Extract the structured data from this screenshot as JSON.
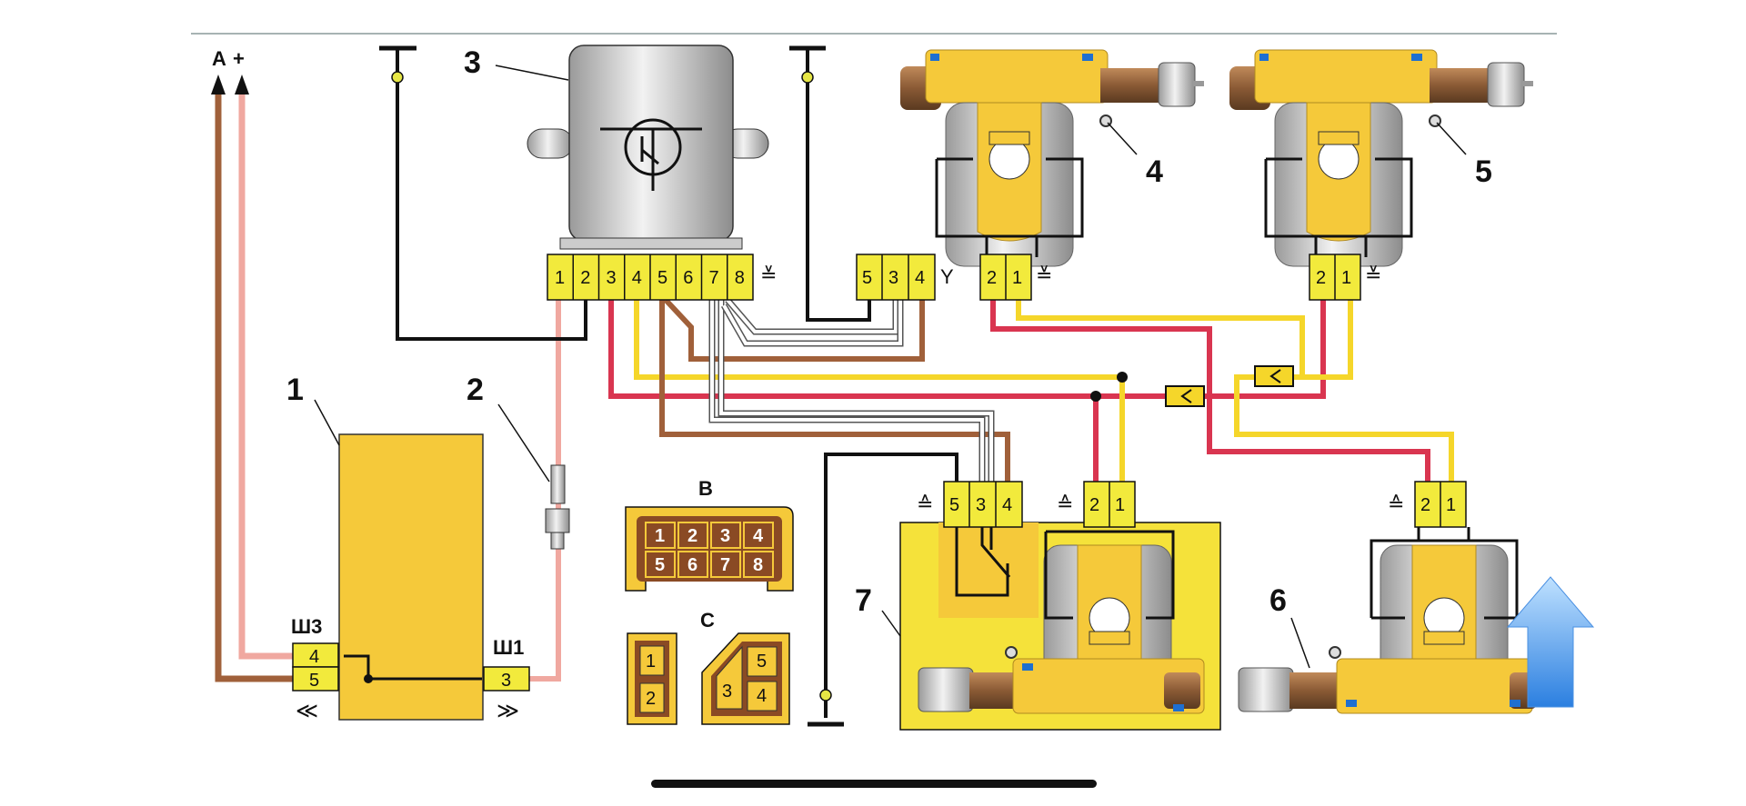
{
  "labels": {
    "n1": "1",
    "n2": "2",
    "n3": "3",
    "n4": "4",
    "n5": "5",
    "n6": "6",
    "n7": "7",
    "terminal_a": "А",
    "terminal_plus": "+",
    "sh3": "Ш3",
    "sh1": "Ш1",
    "conn_b": "В",
    "conn_c": "С"
  },
  "connectors": {
    "controller": [
      "1",
      "2",
      "3",
      "4",
      "5",
      "6",
      "7",
      "8"
    ],
    "middle": [
      "5",
      "3",
      "4"
    ],
    "actuator4": [
      "2",
      "1"
    ],
    "actuator5": [
      "2",
      "1"
    ],
    "unit7_left": [
      "5",
      "3",
      "4"
    ],
    "unit7_right": [
      "2",
      "1"
    ],
    "actuator6": [
      "2",
      "1"
    ],
    "sh3": [
      "4",
      "5"
    ],
    "sh1": [
      "3"
    ]
  },
  "connector_b": {
    "row1": [
      "1",
      "2",
      "3",
      "4"
    ],
    "row2": [
      "5",
      "6",
      "7",
      "8"
    ]
  },
  "connector_c": {
    "left": [
      "1",
      "2"
    ],
    "right": [
      "5",
      "3",
      "4"
    ]
  },
  "colors": {
    "yellow": "#f5c93a",
    "pin_yellow": "#f2ea3c",
    "red": "#d93550",
    "brown": "#a0603a",
    "pink": "#f0a8a0",
    "black": "#111111",
    "accent_blue": "#1e6fd0"
  },
  "icons": {
    "scroll_up": "arrow-up-icon"
  }
}
